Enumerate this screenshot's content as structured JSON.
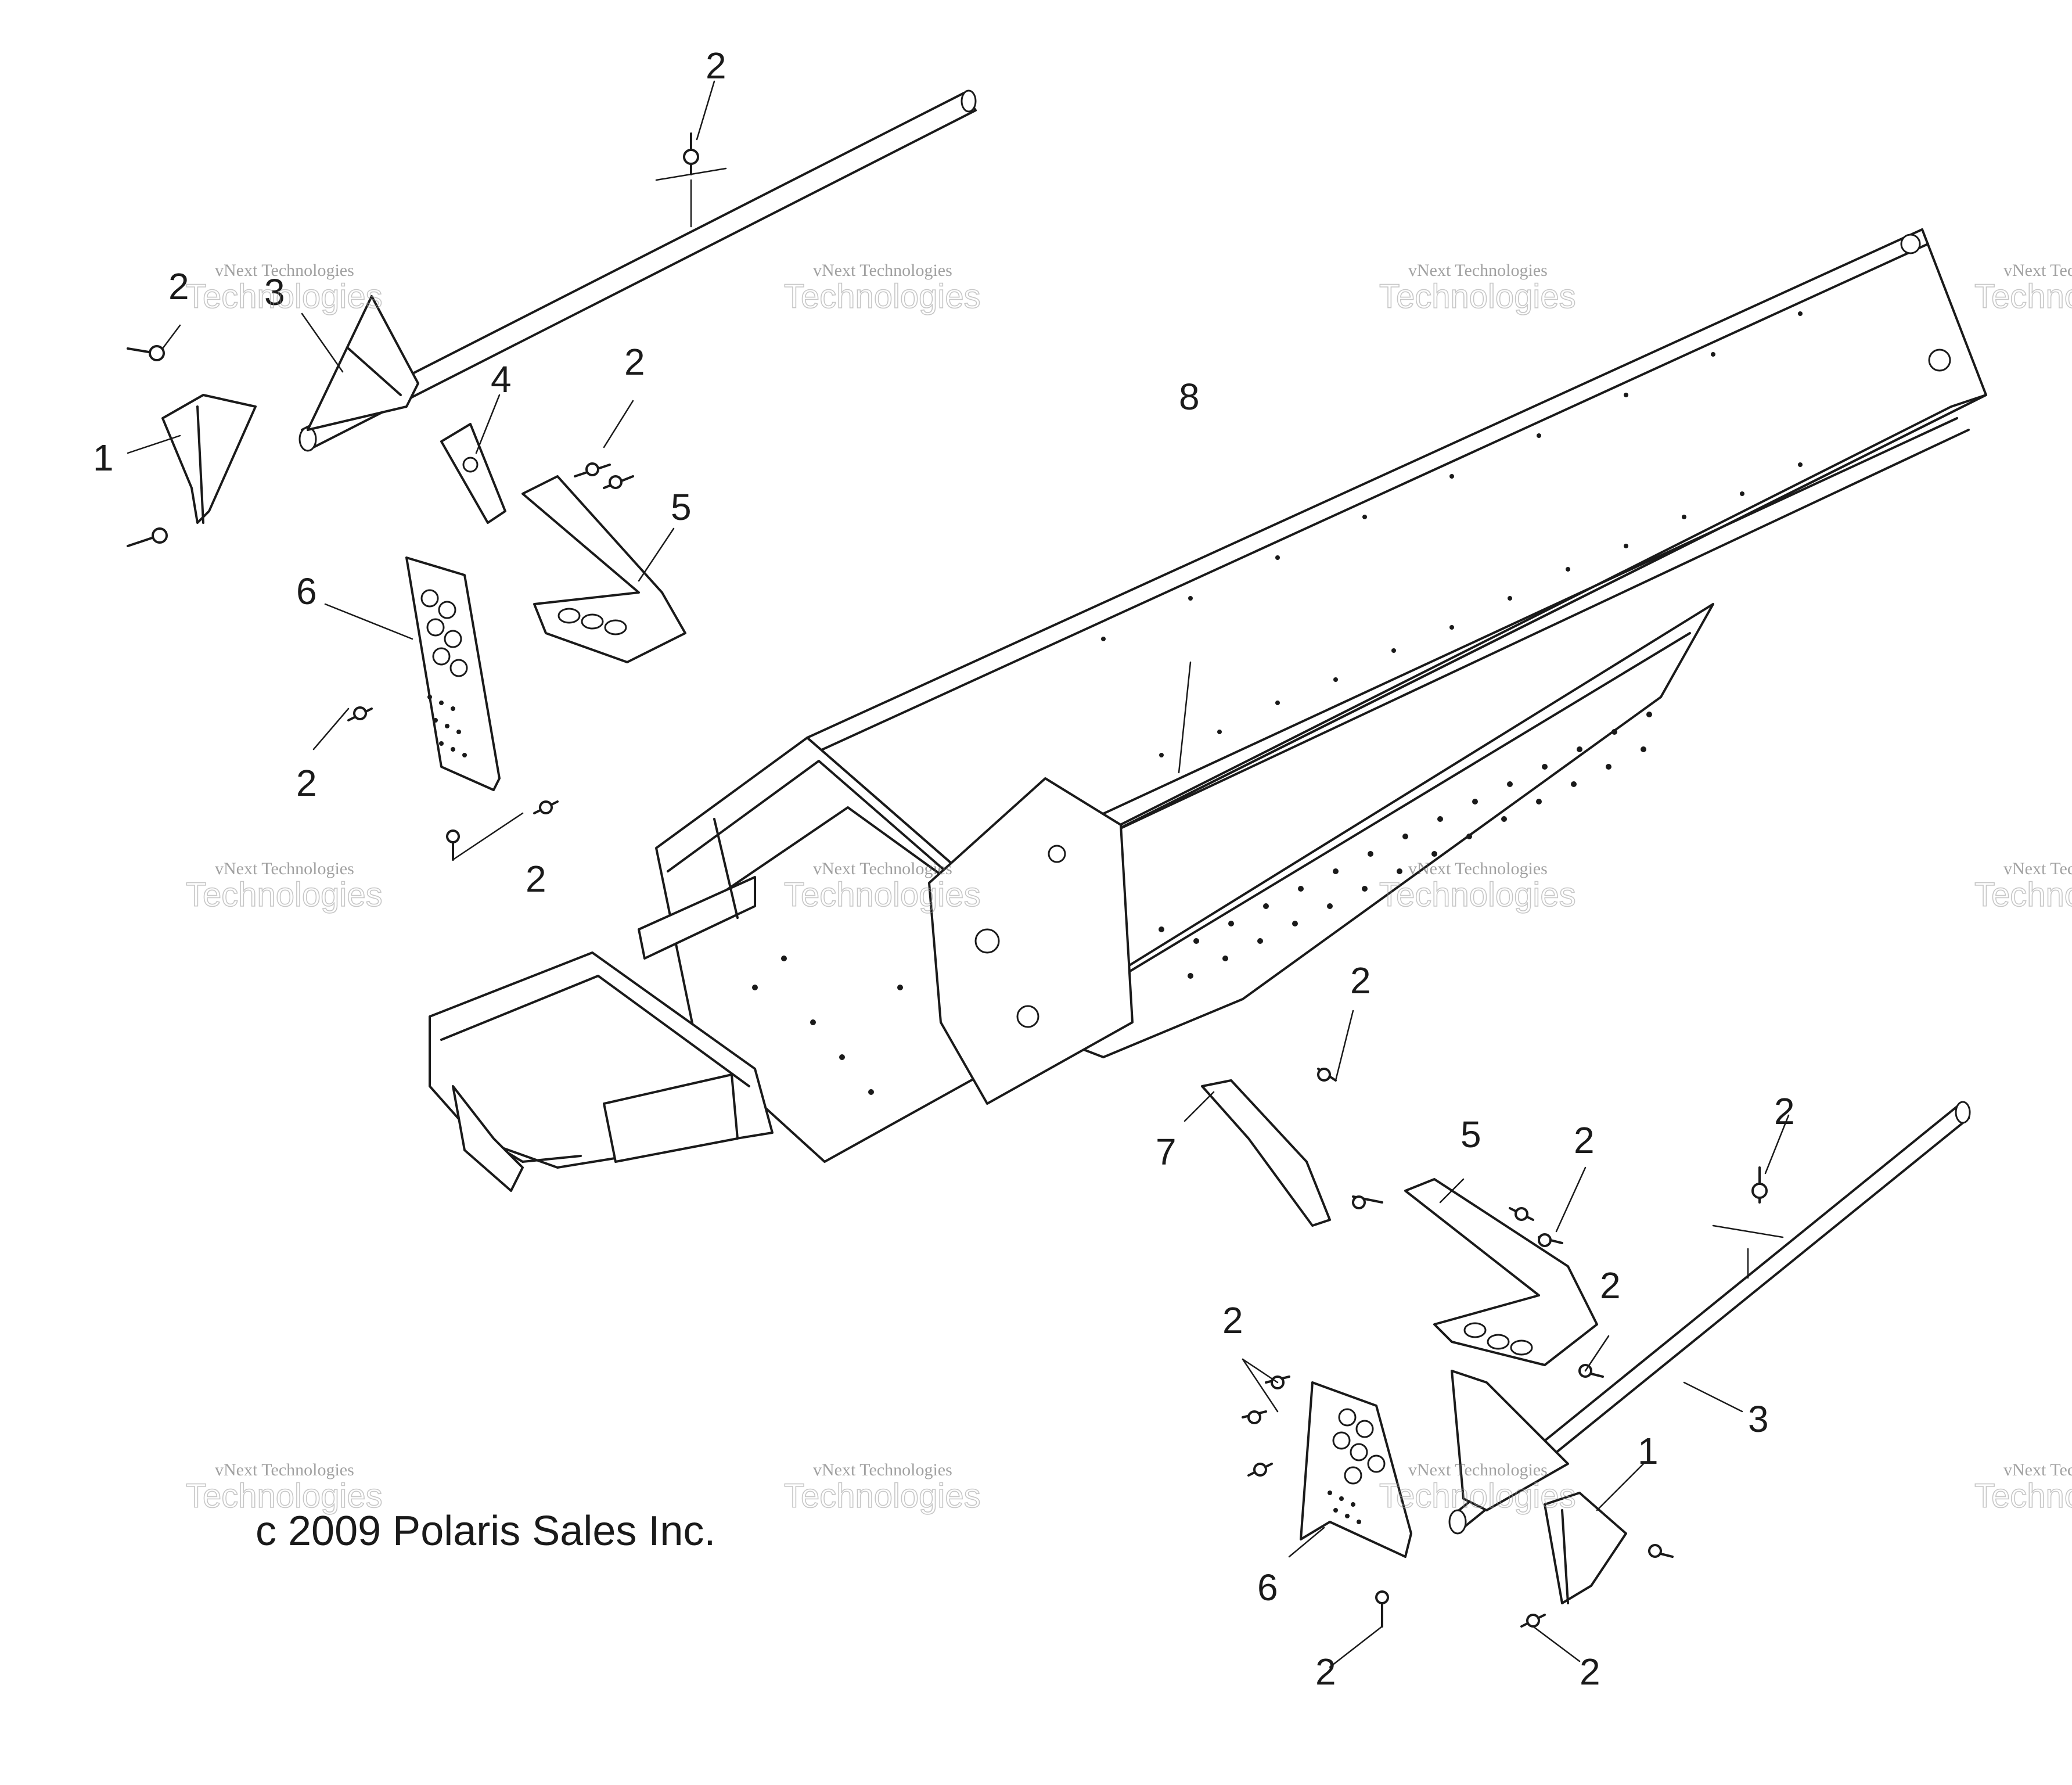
{
  "callouts": {
    "c1a": "2",
    "c2a": "2",
    "c3a": "3",
    "c4a": "1",
    "c5a": "4",
    "c6a": "2",
    "c7a": "5",
    "c8a": "6",
    "c9a": "2",
    "c10a": "2",
    "c11a": "8",
    "c12a": "2",
    "c13a": "7",
    "c14a": "5",
    "c15a": "2",
    "c16a": "2",
    "c17a": "2",
    "c18a": "2",
    "c19a": "3",
    "c20a": "1",
    "c21a": "6",
    "c22a": "2",
    "c23a": "2"
  },
  "copyright": "c 2009 Polaris Sales Inc.",
  "watermark": {
    "line1": "vNext Technologies",
    "line2": "Technologies"
  }
}
